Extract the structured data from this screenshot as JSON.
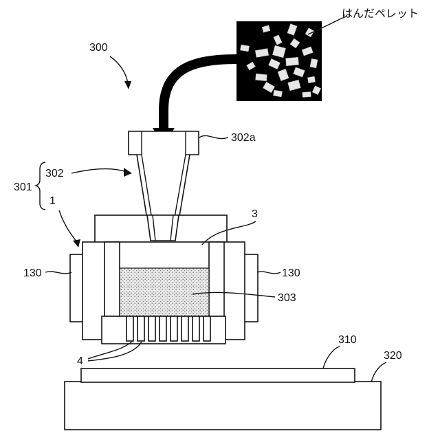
{
  "labels": {
    "solder_pellet": "はんだペレット",
    "apparatus": "300",
    "group": "301",
    "nozzle": "302",
    "nozzle_top": "302a",
    "module": "1",
    "cavity": "3",
    "side_left": "130",
    "side_right": "130",
    "paste": "303",
    "pins": "4",
    "substrate": "310",
    "stage": "320"
  },
  "colors": {
    "ink": "#111111",
    "pellet_photo_bg": "#000000",
    "pellet": "#e6e6e6",
    "dots": "#555555"
  }
}
